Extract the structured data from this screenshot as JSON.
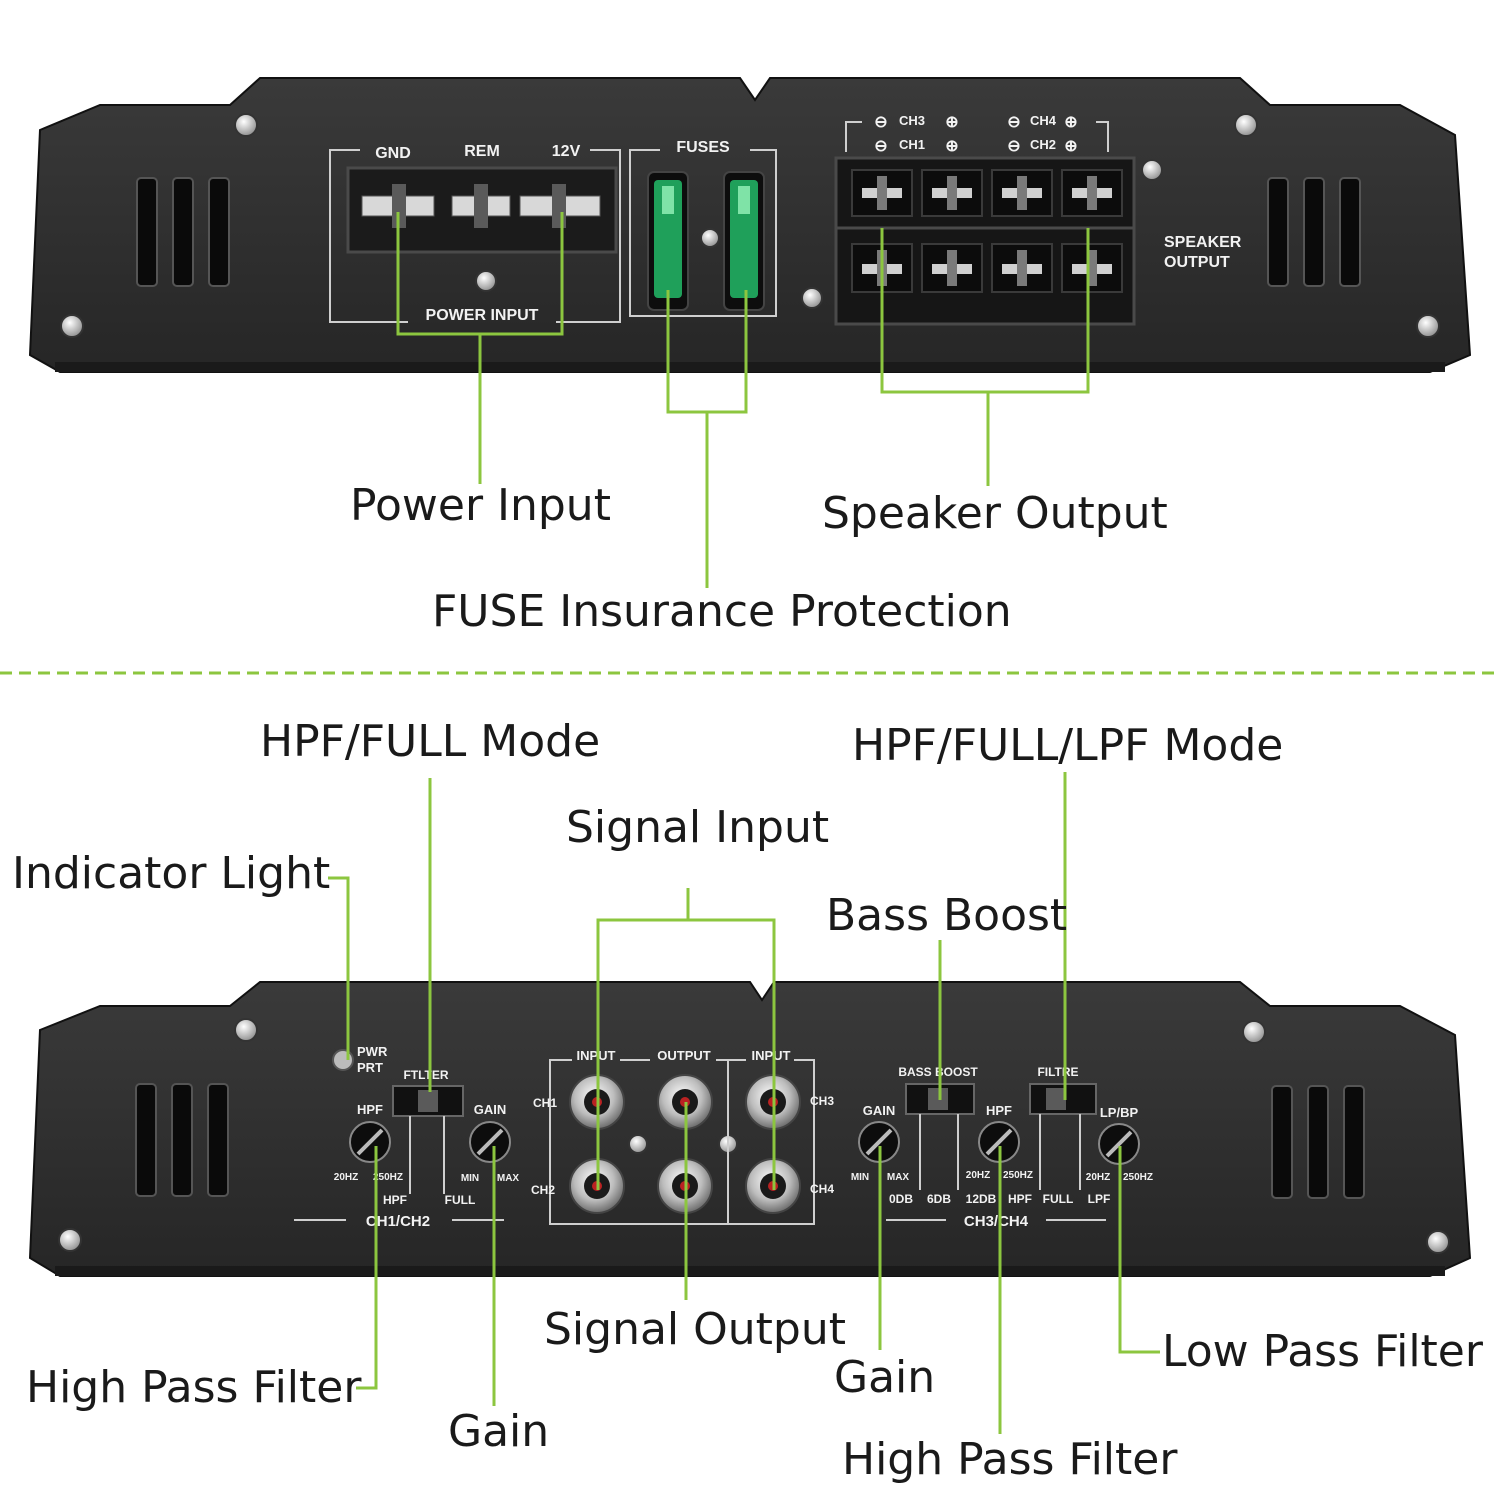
{
  "colors": {
    "accent": "#8cc63f",
    "panel": "#2c2c2c",
    "fuse": "#1fa05a",
    "text": "#1a1a1a",
    "silk": "#f2f2f2"
  },
  "top_panel": {
    "power_header": {
      "gnd": "GND",
      "rem": "REM",
      "v12": "12V"
    },
    "power_footer": "POWER  INPUT",
    "fuses_header": "FUSES",
    "channels": {
      "ch3": "CH3",
      "ch1": "CH1",
      "ch4": "CH4",
      "ch2": "CH2",
      "minus": "⊖",
      "plus": "⊕"
    },
    "speaker_output": {
      "line1": "SPEAKER",
      "line2": "OUTPUT"
    }
  },
  "bottom_panel": {
    "pwr": "PWR",
    "prt": "PRT",
    "left_filter": "FTLTER",
    "left_hpf": "HPF",
    "left_gain": "GAIN",
    "hz20": "20HZ",
    "hz250": "250HZ",
    "min": "MIN",
    "max": "MAX",
    "switch_hpf": "HPF",
    "switch_full": "FULL",
    "ch1ch2": "CH1/CH2",
    "input_left": "INPUT",
    "output": "OUTPUT",
    "input_right": "INPUT",
    "ch1": "CH1",
    "ch2": "CH2",
    "ch3": "CH3",
    "ch4": "CH4",
    "bass_boost": "BASS   BOOST",
    "right_gain": "GAIN",
    "right_hpf": "HPF",
    "right_filter": "FILTRE",
    "lpbp": "LP/BP",
    "db0": "0DB",
    "db6": "6DB",
    "db12": "12DB",
    "sw_hpf": "HPF",
    "sw_full": "FULL",
    "sw_lpf": "LPF",
    "ch3ch4": "CH3/CH4"
  },
  "callouts": {
    "power_input": "Power Input",
    "speaker_output": "Speaker Output",
    "fuse_protection": "FUSE Insurance Protection",
    "hpf_full_mode": "HPF/FULL Mode",
    "hpf_full_lpf_mode": "HPF/FULL/LPF Mode",
    "signal_input": "Signal Input",
    "indicator_light": "Indicator Light",
    "bass_boost": "Bass Boost",
    "high_pass_filter_left": "High Pass Filter",
    "gain_left": "Gain",
    "signal_output": "Signal Output",
    "gain_right": "Gain",
    "low_pass_filter": "Low Pass Filter",
    "high_pass_filter_right": "High Pass Filter"
  }
}
